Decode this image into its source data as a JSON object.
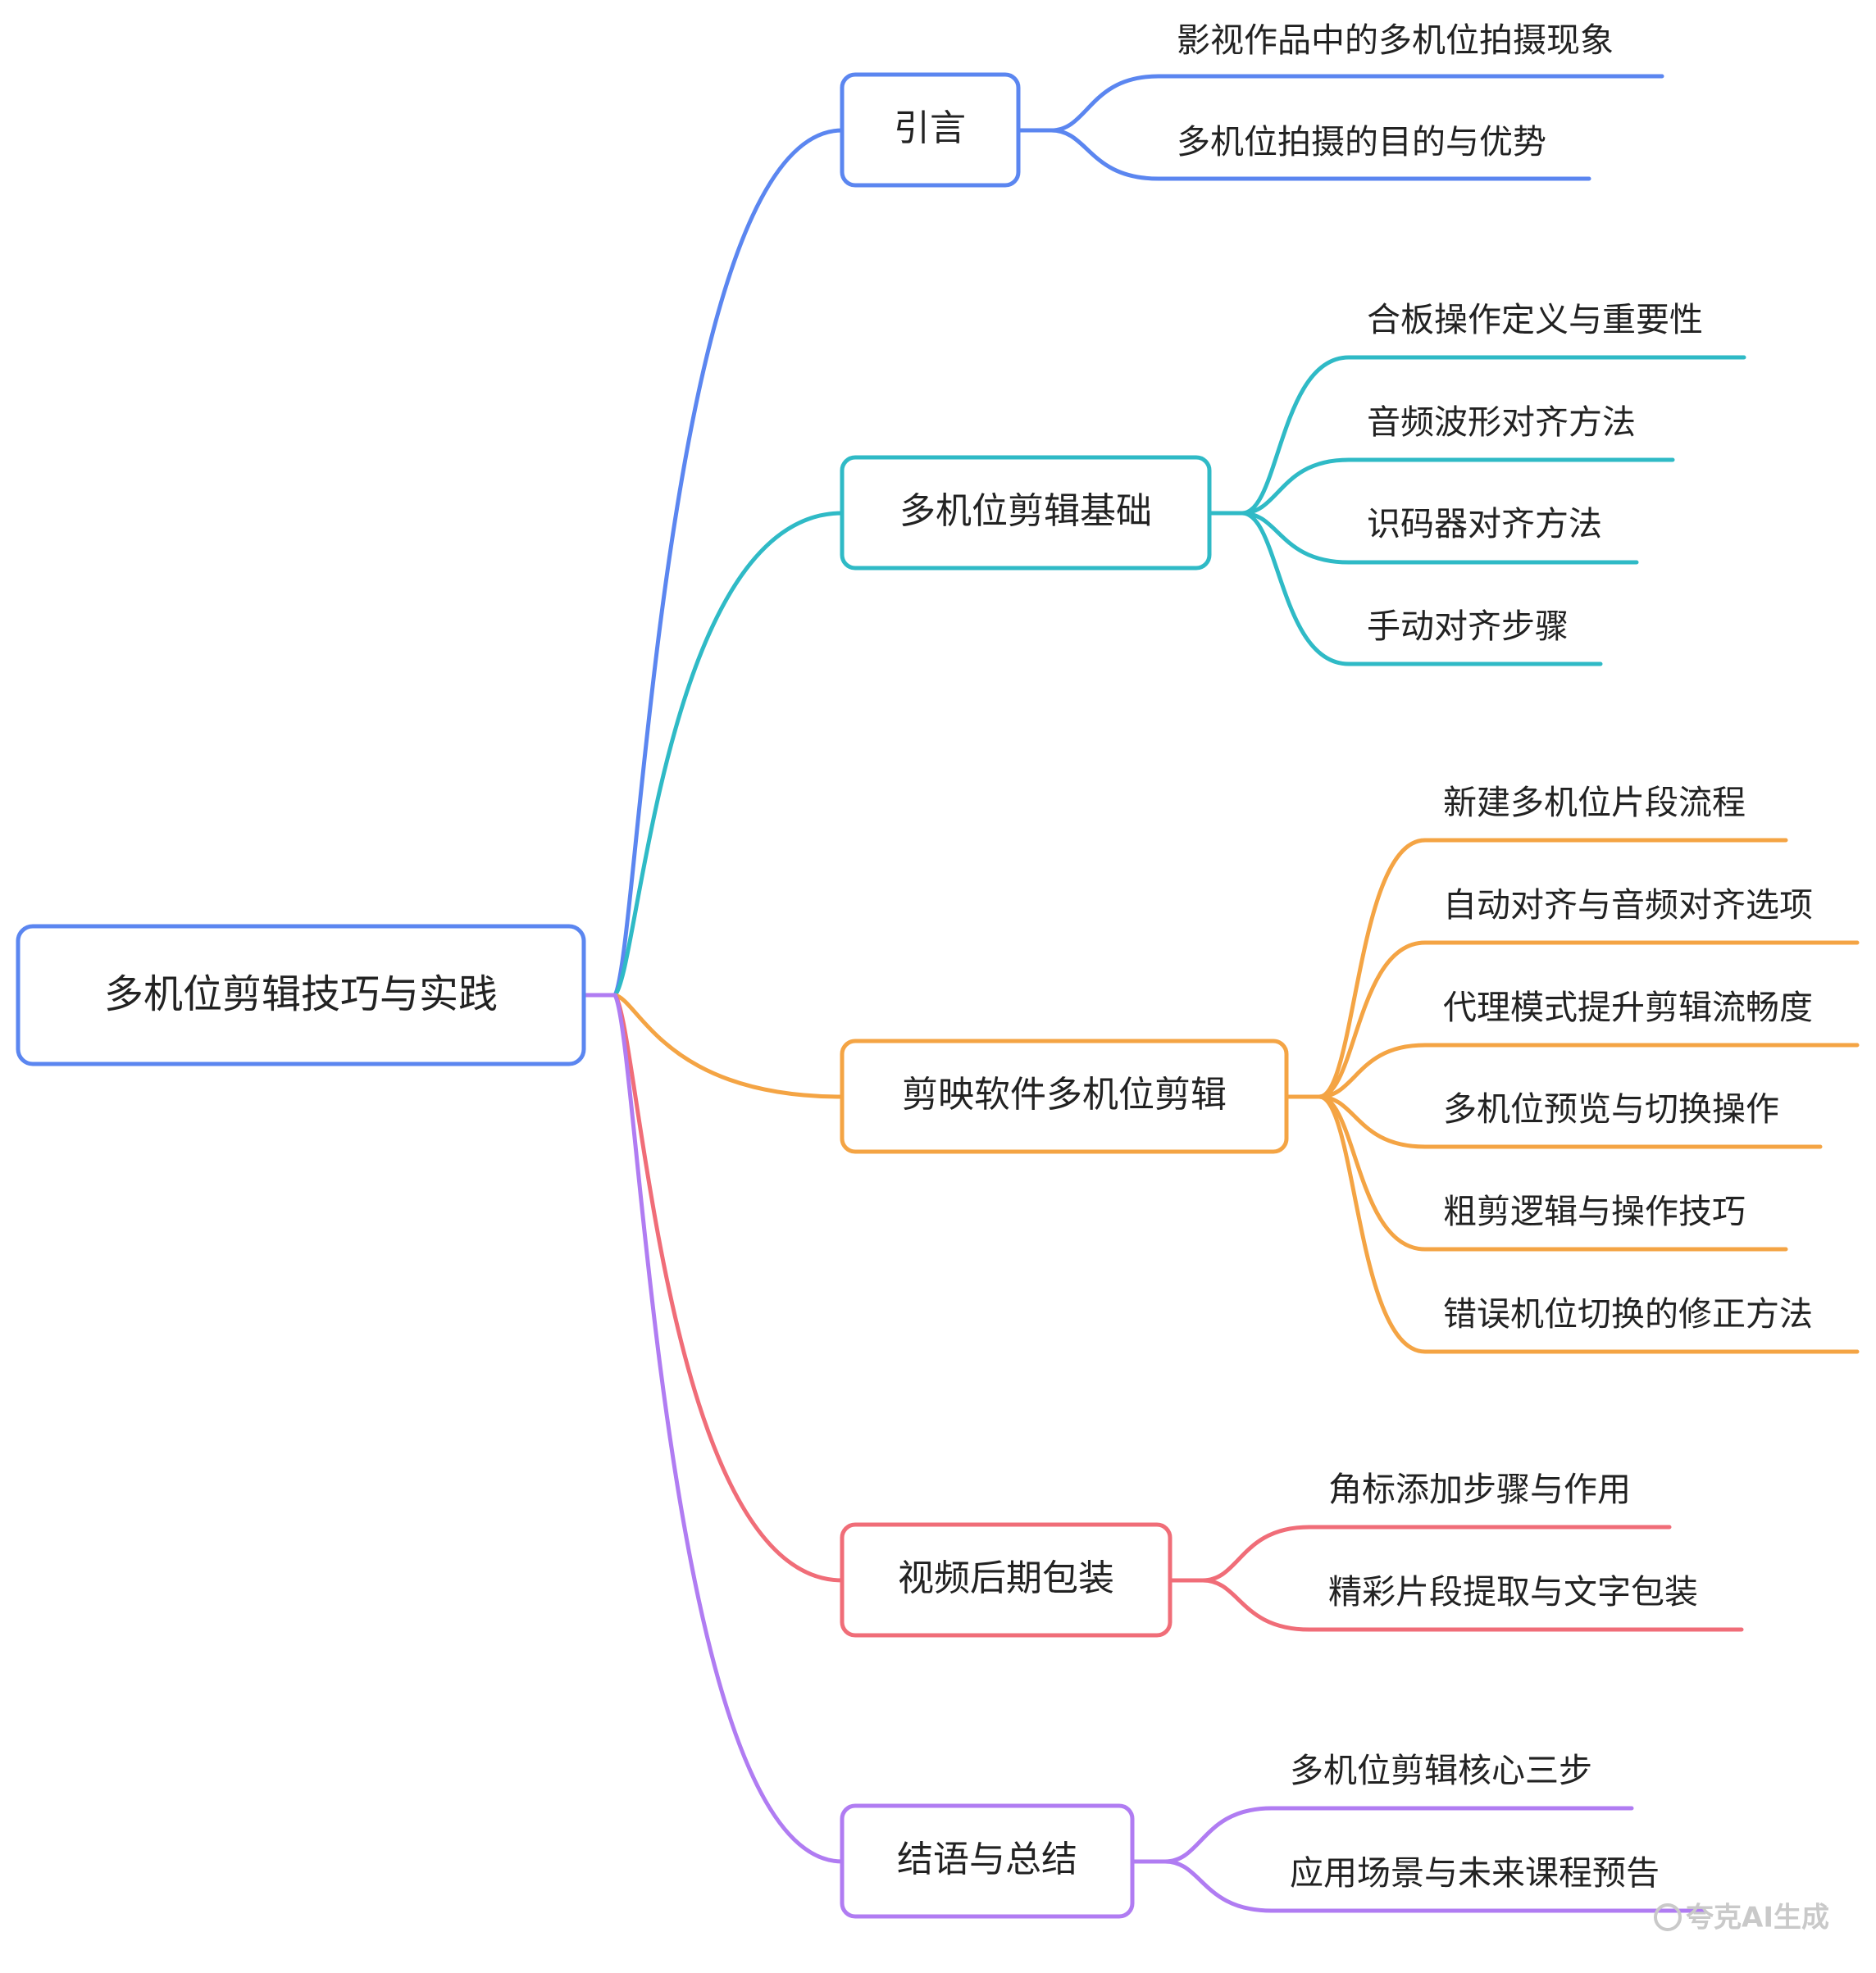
{
  "root": {
    "label": "多机位剪辑技巧与实践",
    "color": "#5b86f0"
  },
  "branches": [
    {
      "label": "引言",
      "color": "#5b86f0",
      "children": [
        "影视作品中的多机位拍摄现象",
        "多机位拍摄的目的与优势"
      ]
    },
    {
      "label": "多机位剪辑基础",
      "color": "#2fbac6",
      "children": [
        "合板操作定义与重要性",
        "音频波形对齐方法",
        "识码器对齐方法",
        "手动对齐步骤"
      ]
    },
    {
      "label": "剪映软件多机位剪辑",
      "color": "#f4a444",
      "children": [
        "新建多机位片段流程",
        "自动对齐与音频对齐选项",
        "代理模式提升剪辑流畅度",
        "多机位预览与切换操作",
        "粗剪逻辑与操作技巧",
        "错误机位切换的修正方法"
      ]
    },
    {
      "label": "视频后期包装",
      "color": "#f06d78",
      "children": [
        "角标添加步骤与作用",
        "精彩片段提取与文字包装"
      ]
    },
    {
      "label": "结语与总结",
      "color": "#b07cf2",
      "children": [
        "多机位剪辑核心三步",
        "应用场景与未来课程预告"
      ]
    }
  ],
  "watermark": {
    "text": "夸克AI生成",
    "icon": "copyright-circle-icon"
  }
}
